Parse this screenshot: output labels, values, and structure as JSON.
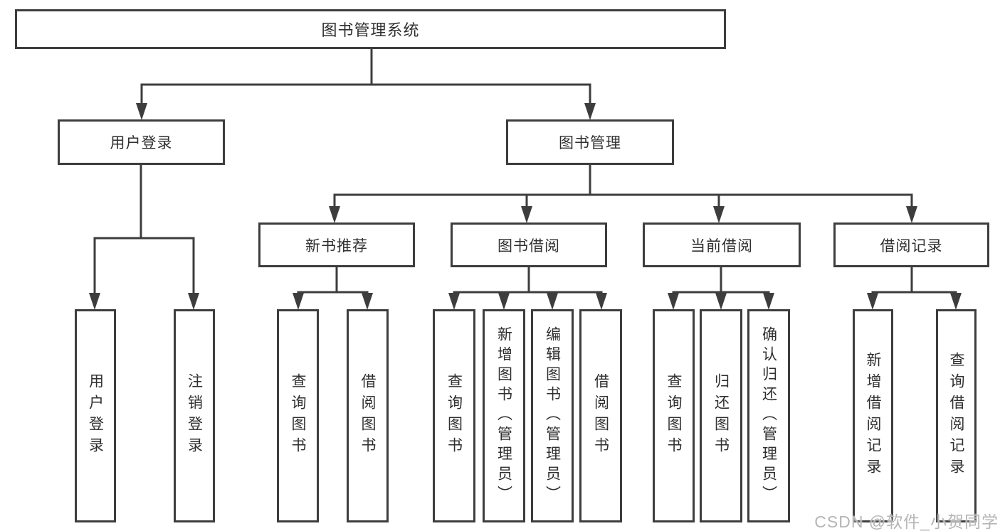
{
  "diagram": {
    "title": "图书管理系统",
    "type": "hierarchy-tree"
  },
  "colors": {
    "line": "#3d3d3d",
    "box_border": "#3d3d3d",
    "text": "#2f2f2f",
    "background": "#ffffff",
    "watermark": "#b5b5b5"
  },
  "nodes": {
    "root": {
      "label": "图书管理系统"
    },
    "user_login": {
      "label": "用户登录"
    },
    "book_mgmt": {
      "label": "图书管理"
    },
    "new_book_rec": {
      "label": "新书推荐"
    },
    "book_borrow": {
      "label": "图书借阅"
    },
    "current_borrow": {
      "label": "当前借阅"
    },
    "borrow_record": {
      "label": "借阅记录"
    },
    "leaf_user_login": {
      "label": "用户登录"
    },
    "leaf_logout": {
      "label": "注销登录"
    },
    "nb_query_book": {
      "label": "查询图书"
    },
    "nb_borrow_book": {
      "label": "借阅图书"
    },
    "bb_query_book": {
      "label": "查询图书"
    },
    "bb_add_book": {
      "label": "新增图书（管理员）"
    },
    "bb_edit_book": {
      "label": "编辑图书（管理员）"
    },
    "bb_borrow_book": {
      "label": "借阅图书"
    },
    "cb_query_book": {
      "label": "查询图书"
    },
    "cb_return_book": {
      "label": "归还图书"
    },
    "cb_confirm_return": {
      "label": "确认归还（管理员）"
    },
    "br_add_record": {
      "label": "新增借阅记录"
    },
    "br_query_record": {
      "label": "查询借阅记录"
    }
  },
  "tree": {
    "label": "图书管理系统",
    "children": [
      {
        "label": "用户登录",
        "children": [
          {
            "label": "用户登录"
          },
          {
            "label": "注销登录"
          }
        ]
      },
      {
        "label": "图书管理",
        "children": [
          {
            "label": "新书推荐",
            "children": [
              {
                "label": "查询图书"
              },
              {
                "label": "借阅图书"
              }
            ]
          },
          {
            "label": "图书借阅",
            "children": [
              {
                "label": "查询图书"
              },
              {
                "label": "新增图书（管理员）"
              },
              {
                "label": "编辑图书（管理员）"
              },
              {
                "label": "借阅图书"
              }
            ]
          },
          {
            "label": "当前借阅",
            "children": [
              {
                "label": "查询图书"
              },
              {
                "label": "归还图书"
              },
              {
                "label": "确认归还（管理员）"
              }
            ]
          },
          {
            "label": "借阅记录",
            "children": [
              {
                "label": "新增借阅记录"
              },
              {
                "label": "查询借阅记录"
              }
            ]
          }
        ]
      }
    ]
  },
  "watermark": {
    "text": "CSDN @软件_小贺同学"
  }
}
